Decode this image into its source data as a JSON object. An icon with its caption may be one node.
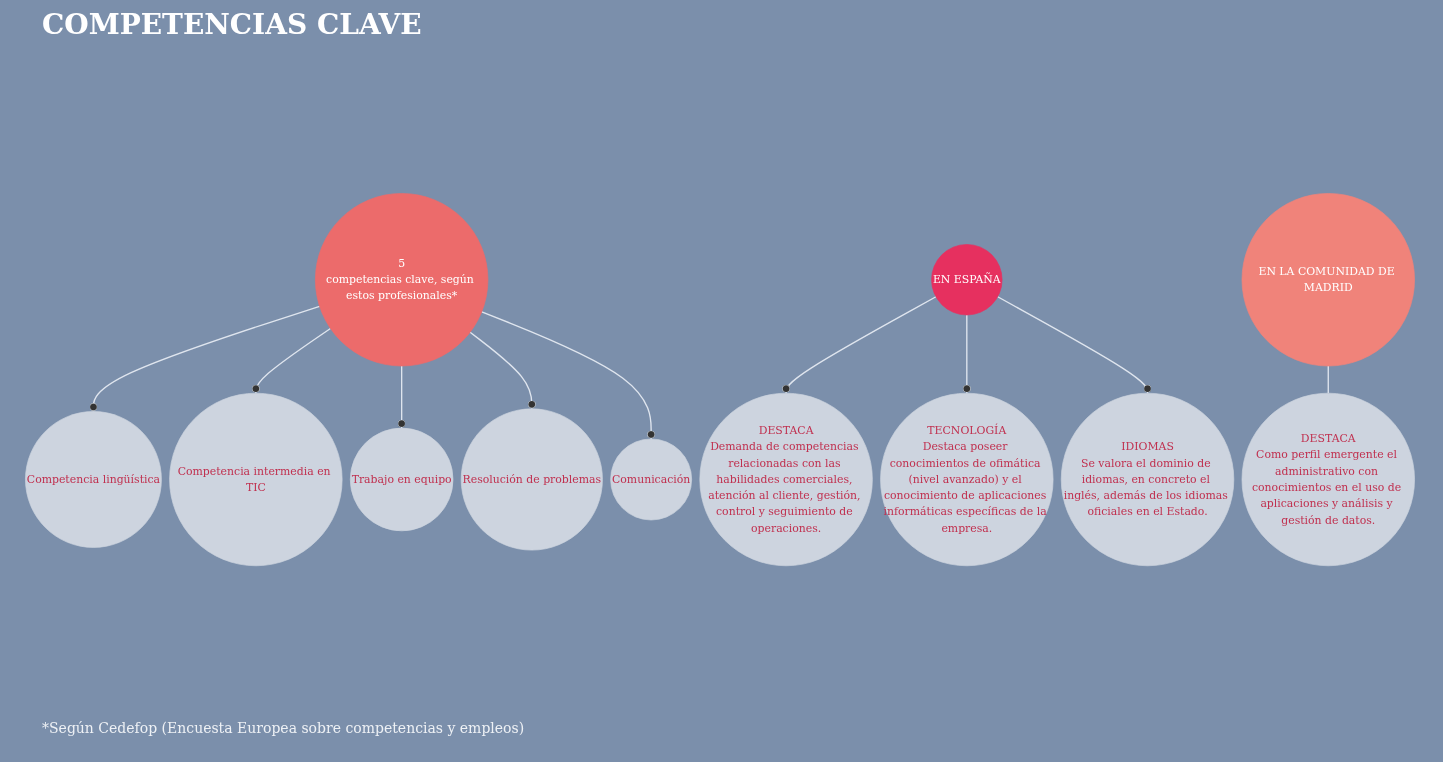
{
  "diagram": {
    "title": "COMPETENCIAS CLAVE",
    "nodes": [
      {
        "text": [
          "5",
          "competencias clave, según estos profesionales*"
        ]
      },
      {
        "text": [
          "Competencia lingüística"
        ]
      },
      {
        "text": [
          "Competencia intermedia en TIC"
        ]
      },
      {
        "text": [
          "Trabajo en equipo"
        ]
      },
      {
        "text": [
          "Resolución de problemas"
        ]
      },
      {
        "text": [
          "Comunicación"
        ]
      },
      {
        "text": [
          "DESTACA",
          "Demanda de competencias relacionadas con las habilidades comerciales, atención al cliente, gestión, control y seguimiento de operaciones."
        ]
      },
      {
        "text": [
          "TECNOLOGÍA",
          "Destaca poseer conocimientos de ofimática (nivel avanzado) y el conocimiento de aplicaciones informáticas específicas de la empresa."
        ]
      },
      {
        "text": [
          "EN ESPAÑA"
        ]
      },
      {
        "text": [
          "IDIOMAS",
          "Se valora el dominio de idiomas, en concreto el inglés, además de los idiomas oficiales en el Estado."
        ]
      },
      {
        "text": [
          "EN LA COMUNIDAD DE MADRID"
        ]
      },
      {
        "text": [
          "DESTACA",
          "Como perfil emergente el administrativo con conocimientos en el uso de aplicaciones y análisis y gestión de datos."
        ]
      }
    ],
    "edges": [
      {
        "from": 0,
        "to": 1,
        "arrow": "other"
      },
      {
        "from": 0,
        "to": 2,
        "arrow": "other"
      },
      {
        "from": 0,
        "to": 3,
        "arrow": "other"
      },
      {
        "from": 0,
        "to": 4,
        "arrow": "other"
      },
      {
        "from": 0,
        "to": 5,
        "arrow": "other"
      },
      {
        "from": 8,
        "to": 6,
        "arrow": "other"
      },
      {
        "from": 8,
        "to": 7,
        "arrow": "other"
      },
      {
        "from": 8,
        "to": 9,
        "arrow": "other"
      },
      {
        "from": 10,
        "to": 11,
        "arrow": "none"
      }
    ],
    "labels": [
      "*Según Cedefop (Encuesta Europea sobre competencias y empleos)"
    ]
  }
}
